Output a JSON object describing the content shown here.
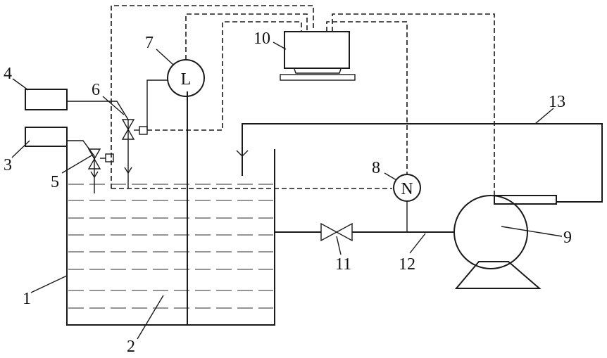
{
  "labels": {
    "n1": "1",
    "n2": "2",
    "n3": "3",
    "n4": "4",
    "n5": "5",
    "n6": "6",
    "n7": "7",
    "n8": "8",
    "n9": "9",
    "n10": "10",
    "n11": "11",
    "n12": "12",
    "n13": "13"
  },
  "symbols": {
    "level_sensor": "L",
    "flow_sensor": "N"
  }
}
